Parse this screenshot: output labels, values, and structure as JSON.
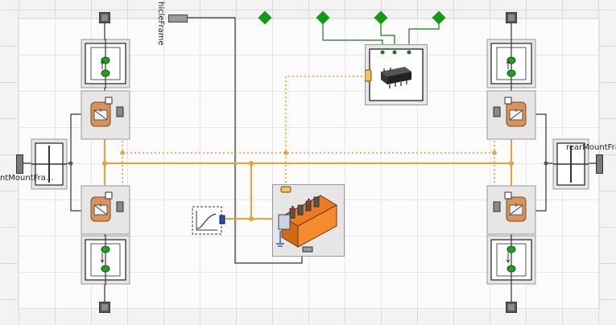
{
  "labels": {
    "front_mount_frame": "ntMountFra...",
    "rear_mount_frame": "rearMountFra",
    "vehicle_frame": "hicleFrame"
  },
  "icons": {
    "connector_flange": "flange-connector-icon",
    "spring_damper": "spring-damper-icon",
    "wheel_drive": "wheel-drive-icon",
    "battery_pack": "battery-pack-icon",
    "controller_chip": "ic-chip-icon",
    "signal_source": "ramp-signal-icon",
    "real_input": "green-diamond-input-icon",
    "axle": "axle-icon"
  },
  "colors": {
    "power_wire": "#f0a030",
    "signal_bus_dotted": "#e8a040",
    "control_wire": "#1a7a1a",
    "mechanical_wire": "#333333",
    "port_green": "#22a022",
    "diamond_green": "#129a12",
    "ground_blue": "#2a4ad0"
  }
}
